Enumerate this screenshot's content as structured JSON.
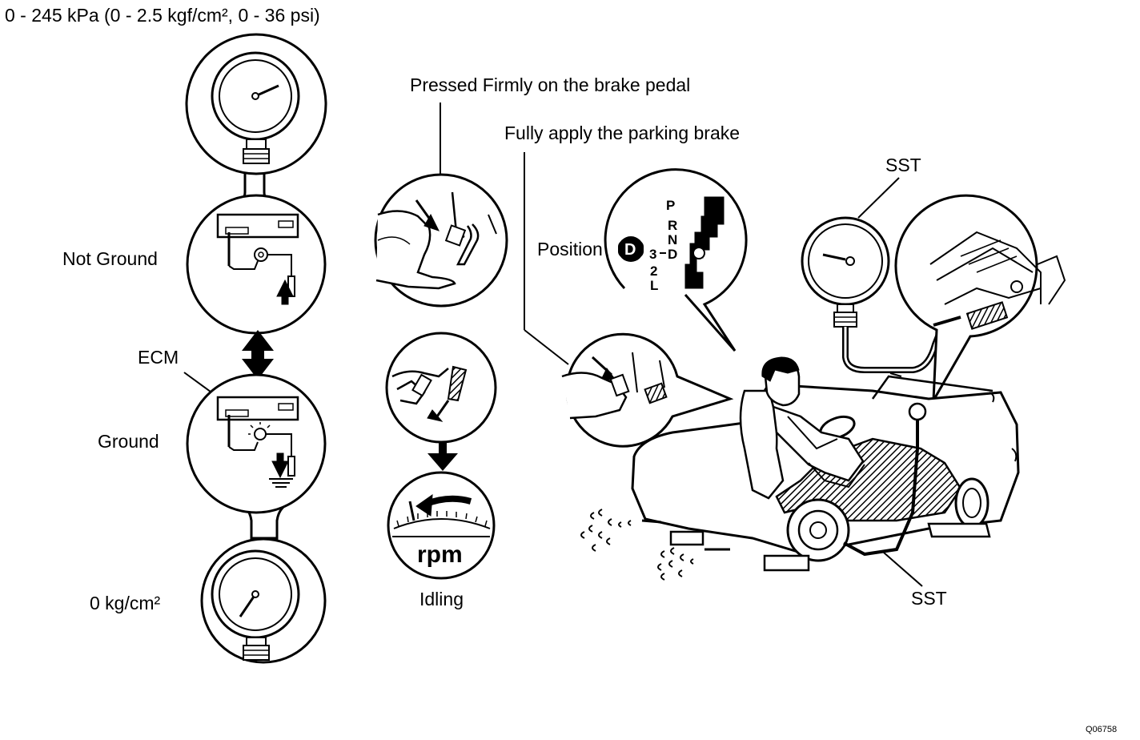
{
  "title": "0 - 245 kPa (0 - 2.5 kgf/cm², 0 - 36 psi)",
  "labels": {
    "not_ground": "Not Ground",
    "ecm": "ECM",
    "ground": "Ground",
    "zero_reading": "0 kg/cm²",
    "brake_pedal": "Pressed Firmly on the brake pedal",
    "parking_brake": "Fully apply the parking brake",
    "position": "Position",
    "idling": "Idling",
    "sst_top": "SST",
    "sst_bottom": "SST",
    "figure_code": "Q06758"
  },
  "shift_positions": {
    "p": "P",
    "r": "R",
    "n": "N",
    "d": "D",
    "three": "3",
    "two": "2",
    "l": "L",
    "selected": "D"
  },
  "tachometer_unit": "rpm",
  "icons": [
    "pressure-gauge-icon",
    "ecm-box-icon",
    "double-arrow-icon",
    "brake-pedal-icon",
    "tachometer-icon",
    "shift-gate-icon",
    "car-icon",
    "driver-icon",
    "exhaust-smoke-icon"
  ]
}
